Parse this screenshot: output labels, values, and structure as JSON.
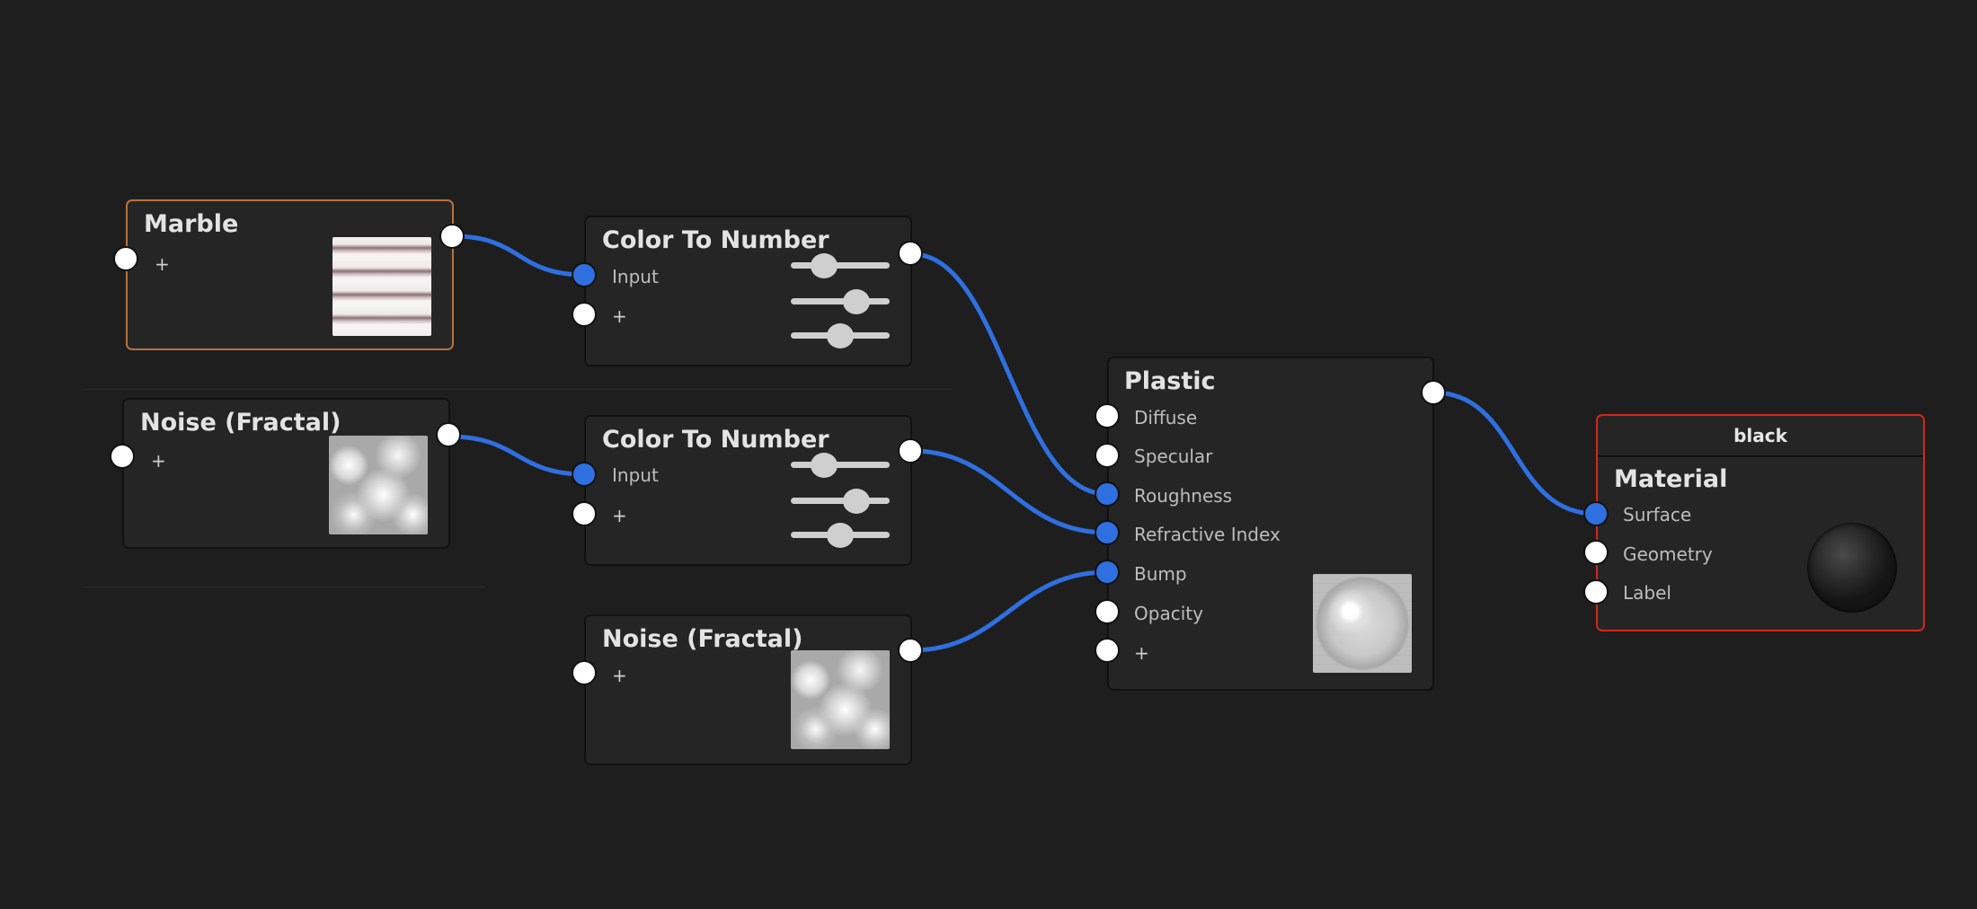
{
  "theme": {
    "background": "#1e1e1e",
    "node_bg": "#252525",
    "wire_color": "#2f6fe0",
    "port_linked": "#2f6fe0",
    "port_free": "#ffffff",
    "selected_orange": "#b8713c",
    "selected_red": "#d4271c"
  },
  "nodes": {
    "marble": {
      "title": "Marble",
      "add_label": "+"
    },
    "noise_fractal_1": {
      "title": "Noise (Fractal)",
      "add_label": "+"
    },
    "color_to_number_1": {
      "title": "Color To Number",
      "input_label": "Input",
      "add_label": "+",
      "slider_levels": [
        0.27,
        0.72,
        0.5
      ]
    },
    "color_to_number_2": {
      "title": "Color To Number",
      "input_label": "Input",
      "add_label": "+",
      "slider_levels": [
        0.27,
        0.72,
        0.5
      ]
    },
    "noise_fractal_2": {
      "title": "Noise (Fractal)",
      "add_label": "+"
    },
    "plastic": {
      "title": "Plastic",
      "inputs": [
        "Diffuse",
        "Specular",
        "Roughness",
        "Refractive Index",
        "Bump",
        "Opacity"
      ],
      "add_label": "+"
    },
    "material": {
      "header": "black",
      "title": "Material",
      "inputs": [
        "Surface",
        "Geometry",
        "Label"
      ]
    }
  },
  "icons": {
    "marble_preview": "marble-texture-thumbnail",
    "noise_preview": "noise-texture-thumbnail",
    "plastic_preview": "plastic-sphere-thumbnail",
    "material_preview": "black-sphere-thumbnail"
  }
}
